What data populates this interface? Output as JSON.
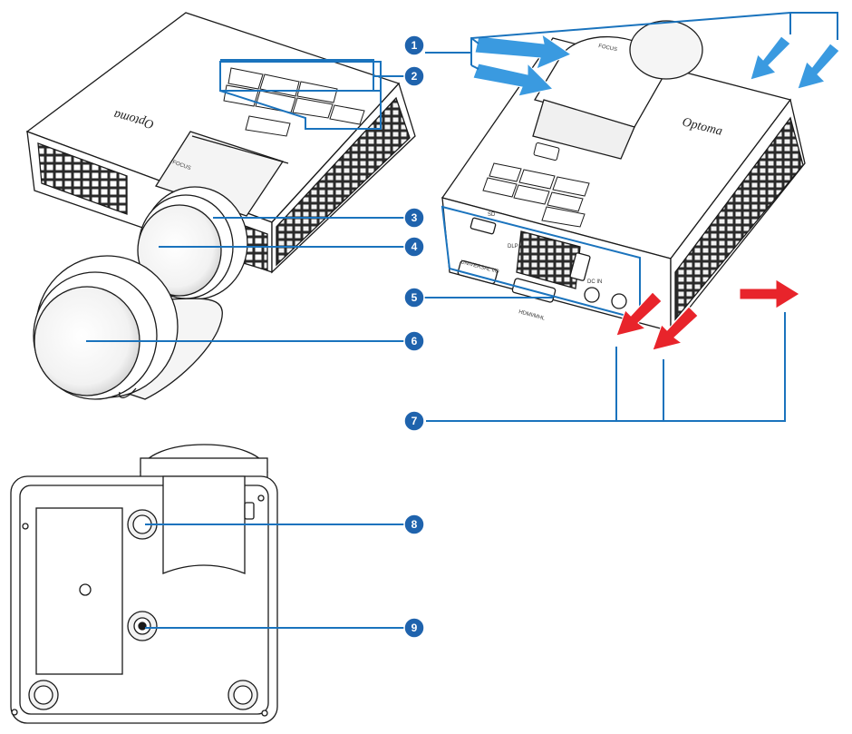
{
  "callouts": [
    {
      "id": "1",
      "label": "1"
    },
    {
      "id": "2",
      "label": "2"
    },
    {
      "id": "3",
      "label": "3"
    },
    {
      "id": "4",
      "label": "4"
    },
    {
      "id": "5",
      "label": "5"
    },
    {
      "id": "6",
      "label": "6"
    },
    {
      "id": "7",
      "label": "7"
    },
    {
      "id": "8",
      "label": "8"
    },
    {
      "id": "9",
      "label": "9"
    }
  ],
  "product": {
    "brand_logo": "Optoma",
    "focus_label": "FOCUS",
    "port_label_universal": "UNIVERSAL I/O",
    "port_label_hdmi": "HDMI/MHL",
    "port_label_dc": "DC IN",
    "port_label_sd": "SD",
    "dlp_mark": "DLP"
  },
  "colors": {
    "callout_fill": "#1f63ad",
    "leader_line": "#1a73bd",
    "airflow_in": "#3a9ae0",
    "airflow_out": "#e8242b",
    "outline": "#1a1a1a"
  },
  "icons": {
    "airflow_in": "arrow-in-icon",
    "airflow_out": "arrow-out-icon",
    "power": "power-icon"
  }
}
